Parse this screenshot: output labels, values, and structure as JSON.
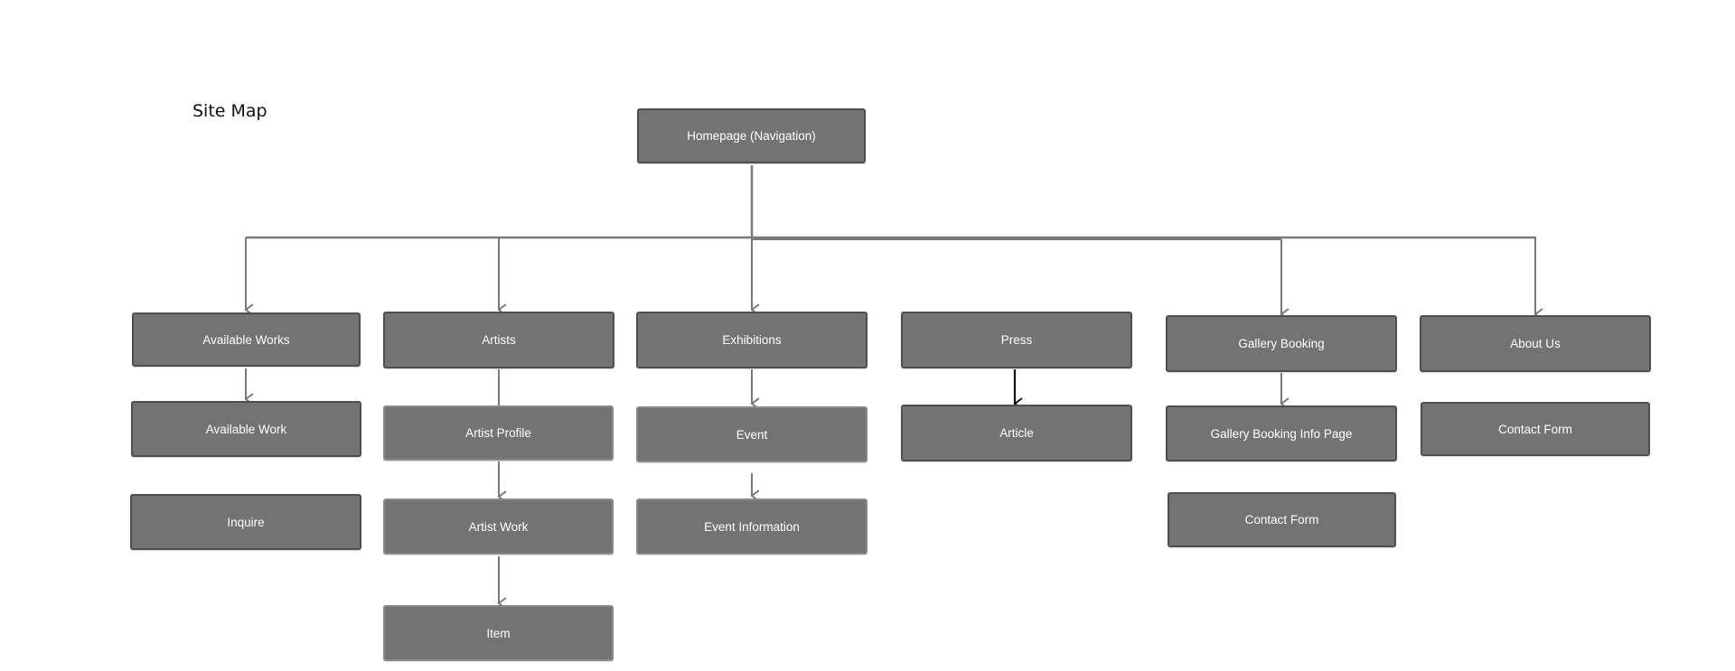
{
  "title": "Site Map",
  "colors": {
    "box_fill": "#737373",
    "box_border": "#4f4f4f",
    "connector": "#7a7a7a",
    "highlight_connector": "#111111",
    "text": "#ffffff"
  },
  "nodes": {
    "homepage": "Homepage (Navigation)",
    "available_works": "Available Works",
    "available_work": "Available Work",
    "inquire": "Inquire",
    "artists": "Artists",
    "artist_profile": "Artist Profile",
    "artist_work": "Artist Work",
    "item": "Item",
    "exhibitions": "Exhibitions",
    "event": "Event",
    "event_information": "Event Information",
    "press": "Press",
    "article": "Article",
    "gallery_booking": "Gallery Booking",
    "gallery_booking_info_page": "Gallery Booking Info Page",
    "gallery_contact_form": "Contact Form",
    "about_us": "About Us",
    "about_contact_form": "Contact Form"
  }
}
